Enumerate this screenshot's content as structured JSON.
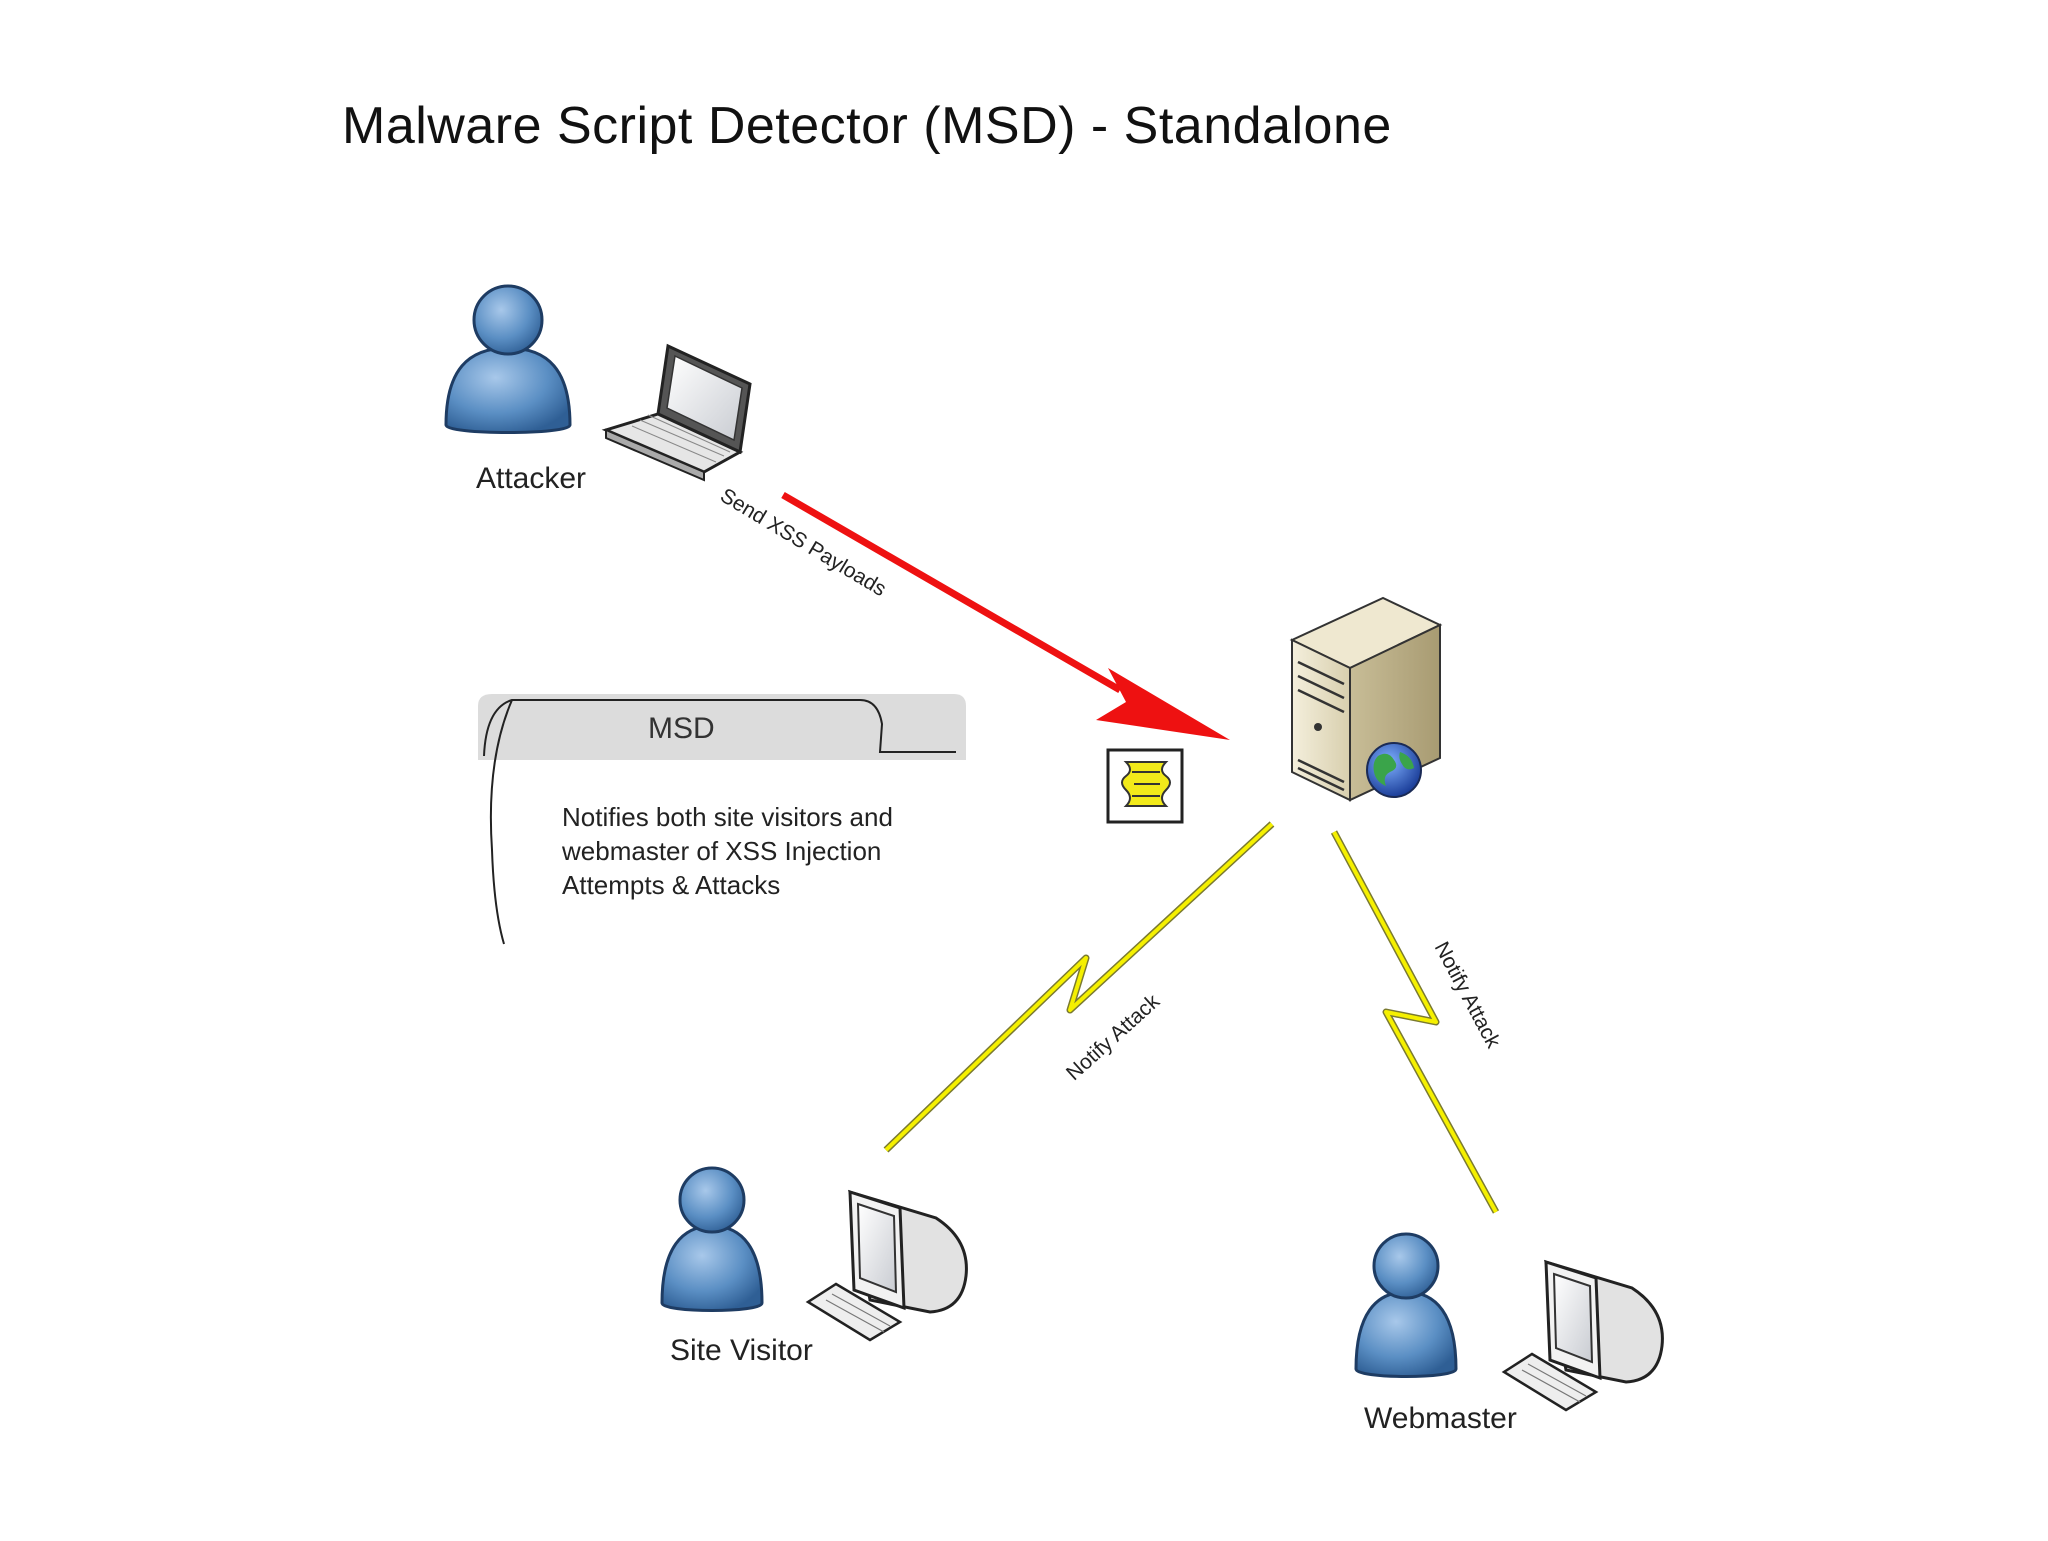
{
  "title": "Malware Script Detector (MSD) - Standalone",
  "nodes": {
    "attacker": "Attacker",
    "site_visitor": "Site Visitor",
    "webmaster": "Webmaster"
  },
  "edges": {
    "attack": "Send XSS Payloads",
    "notify_visitor": "Notify Attack",
    "notify_webmaster": "Notify Attack"
  },
  "msd_note": {
    "tab": "MSD",
    "lines": [
      "Notifies both site visitors and",
      "webmaster of XSS Injection",
      "Attempts & Attacks"
    ]
  },
  "colors": {
    "person": "#5b8fc4",
    "attack_arrow": "#ee1111",
    "lightning": "#f5f000",
    "server": "#e8e0c4"
  }
}
